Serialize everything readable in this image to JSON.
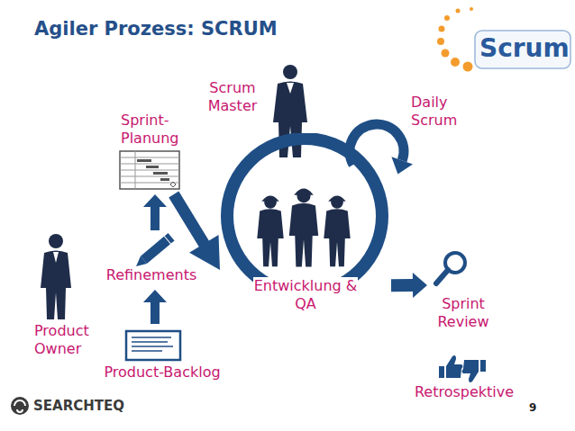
{
  "diagram": {
    "title": "Agiler Prozess: SCRUM",
    "nodes": [
      {
        "text": [
          "Product Owner"
        ]
      },
      {
        "text": [
          "Product-Backlog"
        ]
      },
      {
        "text": [
          "Refinements"
        ]
      },
      {
        "text": [
          "Sprint-Planung"
        ]
      },
      {
        "text": [
          "Scrum Master"
        ]
      },
      {
        "text": [
          "Entwicklung & QA"
        ]
      },
      {
        "text": [
          "Daily Scrum"
        ]
      },
      {
        "text": [
          "Sprint Review"
        ]
      },
      {
        "text": [
          "Retrospektive"
        ]
      }
    ],
    "edges": [
      {
        "from": 1,
        "to": 2,
        "arrow": "to"
      },
      {
        "from": 2,
        "to": 3,
        "arrow": "to"
      },
      {
        "from": 3,
        "to": 5,
        "arrow": "to"
      },
      {
        "from": 5,
        "to": 7,
        "arrow": "to"
      }
    ],
    "labels": [
      "Scrum",
      "SEARCHTEQ",
      "9"
    ]
  }
}
